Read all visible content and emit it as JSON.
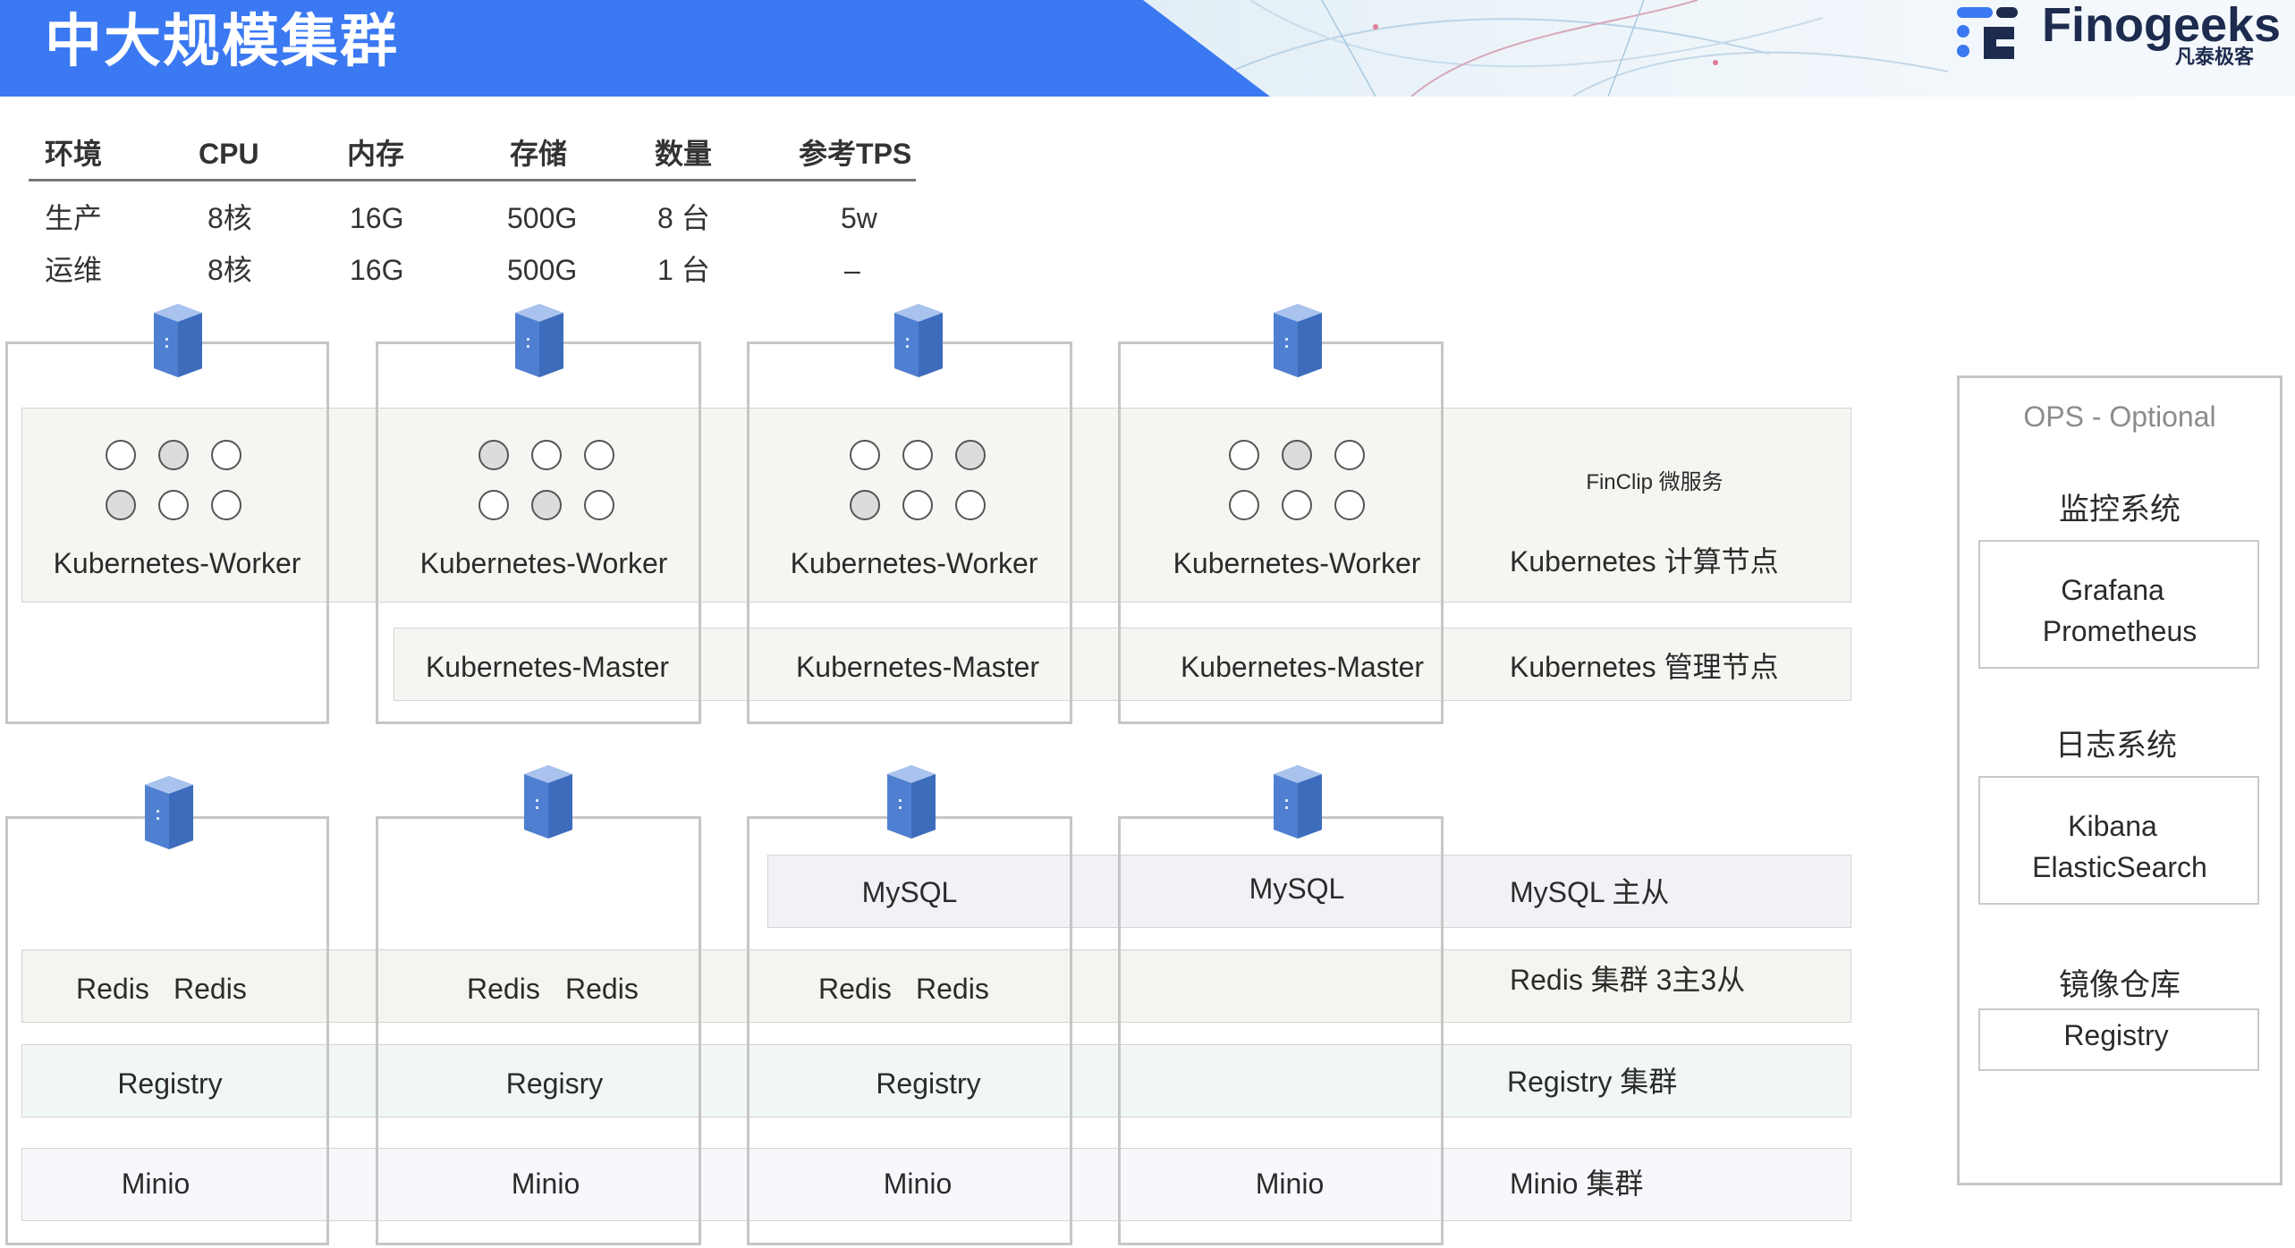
{
  "header": {
    "title": "中大规模集群",
    "logo_text": "Finogeeks",
    "logo_sub": "凡泰极客",
    "colors": {
      "banner": "#3b79f2",
      "logo_dark": "#1d2b4f",
      "logo_blue": "#3b79f2"
    }
  },
  "table": {
    "headers": [
      "环境",
      "CPU",
      "内存",
      "存储",
      "数量",
      "参考TPS"
    ],
    "rows": [
      [
        "生产",
        "8核",
        "16G",
        "500G",
        "8 台",
        "5w"
      ],
      [
        "运维",
        "8核",
        "16G",
        "500G",
        "1 台",
        "–"
      ]
    ]
  },
  "top_group": {
    "worker_label": "Kubernetes-Worker",
    "master_label": "Kubernetes-Master",
    "finclip_label": "FinClip 微服务",
    "compute_label": "Kubernetes 计算节点",
    "manage_label": "Kubernetes 管理节点"
  },
  "bottom_group": {
    "mysql_label": "MySQL",
    "mysql_row_label": "MySQL 主从",
    "redis_label": "Redis",
    "redis_row_label": "Redis 集群 3主3从",
    "registry_label": "Registry",
    "regisy_label": "Regisry",
    "registry_row_label": "Registry 集群",
    "minio_label": "Minio",
    "minio_row_label": "Minio 集群"
  },
  "ops": {
    "title": "OPS  -  Optional",
    "sections": [
      {
        "heading": "监控系统",
        "items": [
          "Grafana",
          "Prometheus"
        ]
      },
      {
        "heading": "日志系统",
        "items": [
          "Kibana",
          "ElasticSearch"
        ]
      },
      {
        "heading": "镜像仓库",
        "items": [
          "Registry"
        ]
      }
    ]
  },
  "icons": [
    "server-icon",
    "pod-circle-icon"
  ]
}
